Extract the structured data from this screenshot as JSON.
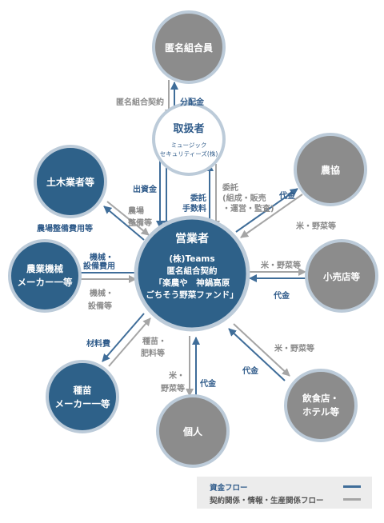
{
  "colors": {
    "blue_node": "#2e6189",
    "gray_node": "#8c8c8c",
    "center_node": "#2e6189",
    "ring": "#bccbd9",
    "blue_line": "#3f6d99",
    "gray_line": "#a5a5a5",
    "blue_text": "#2f5b8a",
    "gray_text": "#8a8a8a"
  },
  "nodes": {
    "investors": [
      "匿名組合員"
    ],
    "handler_title": "取扱者",
    "handler_sub": [
      "ミュージック",
      "セキュリティーズ(株)"
    ],
    "operator_title": "営業者",
    "operator_lines": [
      "(株)Teams",
      "匿名組合契約",
      "「楽農や　神鍋高原",
      "ごちそう野菜ファンド」"
    ],
    "civil": [
      "土木業者等"
    ],
    "machinery": [
      "農業機械",
      "メーカー一等"
    ],
    "seed": [
      "種苗",
      "メーカー一等"
    ],
    "individual": [
      "個人"
    ],
    "restaurant": [
      "飲食店・",
      "ホテル等"
    ],
    "retail": [
      "小売店等"
    ],
    "coop": [
      "農協"
    ]
  },
  "labels": {
    "contract": "匿名組合契約",
    "distribution": "分配金",
    "investment": "出資金",
    "commission": [
      "委託",
      "手数料"
    ],
    "entrust": [
      "委託",
      "(組成・販売",
      "・運営・監査)"
    ],
    "farm": [
      "農場",
      "整備等"
    ],
    "farm_cost": "農場整備費用等",
    "machine_cost": [
      "機械・",
      "設備費用"
    ],
    "machine_goods": [
      "機械・",
      "設備等"
    ],
    "material_cost": "材料費",
    "seed_goods": [
      "種苗・",
      "肥料等"
    ],
    "rice_veg_individual": [
      "米・",
      "野菜等"
    ],
    "price_individual": "代金",
    "rice_veg_restaurant": "米・野菜等",
    "price_restaurant": "代金",
    "rice_veg_retail": "米・野菜等",
    "price_retail": "代金",
    "price_coop": "代金",
    "rice_veg_coop": "米・野菜等"
  },
  "legend": {
    "fund_flow": "資金フロー",
    "contract_flow": "契約関係・情報・生産関係フロー"
  }
}
